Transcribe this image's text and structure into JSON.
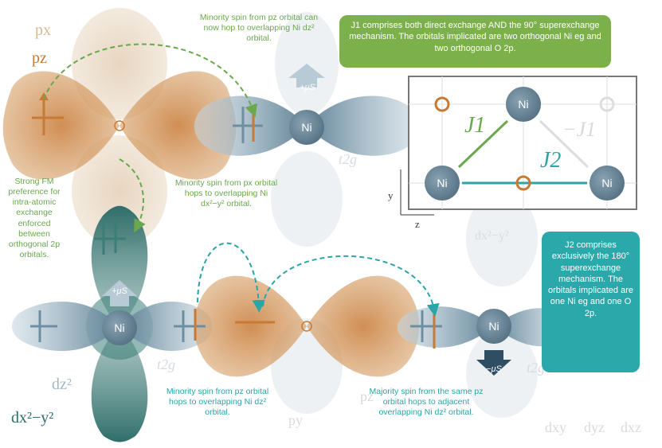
{
  "orbital_labels": {
    "px_top": "px",
    "pz_top": "pz",
    "t2g_center": "t2g",
    "t2g_left": "t2g",
    "t2g_right": "t2g",
    "dz2_left": "dz²",
    "dx2y2_left": "dx²−y²",
    "dx2y2_right": "dx²−y²",
    "py_bottom": "py",
    "pz_bottom": "pz",
    "dxy": "dxy",
    "dyz": "dyz",
    "dxz": "dxz"
  },
  "atoms": {
    "ni": "Ni",
    "plus_mu": "+μS",
    "minus_mu": "−μS"
  },
  "annotations": {
    "top_minority": "Minority spin from pz orbital can now hop to overlapping Ni dz² orbital.",
    "strong_fm": "Strong FM preference for intra-atomic exchange enforced between orthogonal 2p orbitals.",
    "mid_minority": "Minority spin from px orbital hops to overlapping Ni dx²−y² orbital.",
    "bottom_minority": "Minority spin from pz orbital hops to overlapping Ni dz² orbital.",
    "bottom_majority": "Majority spin from the same pz orbital hops to adjacent overlapping Ni dz² orbital."
  },
  "info_boxes": {
    "j1": "J1 comprises both direct exchange AND the 90° superexchange mechanism. The orbitals implicated are two orthogonal Ni eg and two orthogonal O 2p.",
    "j2": "J2 comprises exclusively the 180° superexchange mechanism. The orbitals implicated are one Ni eg and one O 2p."
  },
  "lattice_inset": {
    "j1_label": "J1",
    "j2_label": "J2",
    "minus_j1_label": "−J1",
    "axis_y": "y",
    "axis_z": "z"
  },
  "colors": {
    "orange": "#c87a35",
    "ni_blue": "#6f8ea1",
    "dark_teal": "#2e6e6a",
    "green": "#6aa84f",
    "teal": "#2aa5a8"
  }
}
